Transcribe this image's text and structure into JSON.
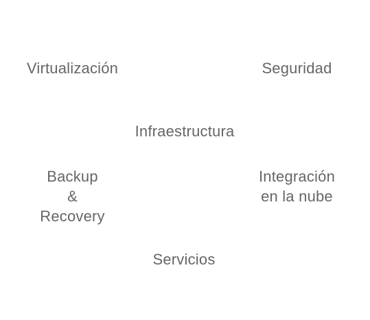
{
  "topics": {
    "virtualizacion": "Virtualización",
    "seguridad": "Seguridad",
    "infraestructura": "Infraestructura",
    "backup": [
      "Backup",
      "&",
      "Recovery"
    ],
    "integracion": [
      "Integración",
      "en la nube"
    ],
    "servicios": "Servicios"
  }
}
